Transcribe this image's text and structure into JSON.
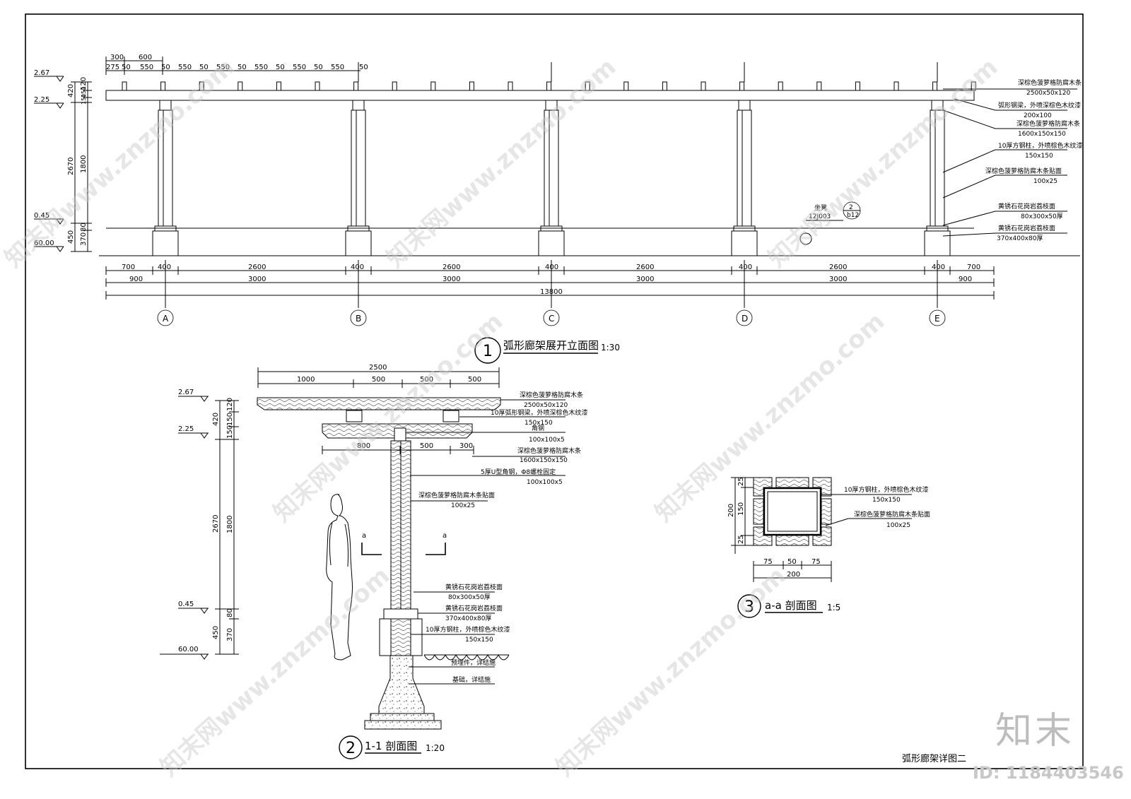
{
  "drawing": {
    "sheet_title": "弧形廊架详图二",
    "id_label": "ID: 1184403546",
    "logo_text": "知末",
    "watermark": "知末网www.znzmo.com"
  },
  "elevation": {
    "number": "1",
    "title": "弧形廊架展开立面图",
    "scale": "1:30",
    "levels": [
      "2.67",
      "2.25",
      "0.45",
      "60.00"
    ],
    "top_dims": [
      "300",
      "600"
    ],
    "rafter_dims": [
      "275",
      "50",
      "550",
      "50",
      "550",
      "50",
      "550",
      "50",
      "550",
      "50",
      "550",
      "50",
      "550",
      "50"
    ],
    "height_dims_outer": [
      "420",
      "2670",
      "450"
    ],
    "height_dims_inner": [
      "120",
      "150",
      "150",
      "1800",
      "80",
      "370"
    ],
    "bottom_dims_row1": [
      "700",
      "400",
      "2600",
      "400",
      "2600",
      "400",
      "2600",
      "400",
      "2600",
      "400",
      "700"
    ],
    "bottom_dims_row2": [
      "900",
      "3000",
      "3000",
      "3000",
      "3000",
      "900"
    ],
    "total": "13800",
    "axes": [
      "A",
      "B",
      "C",
      "D",
      "E"
    ],
    "ref_label": "坐凳",
    "ref_code": "12J003",
    "ref_num": "2",
    "ref_page": "b12",
    "notes": [
      {
        "name": "深棕色菠萝格防腐木条",
        "size": "2500x50x120"
      },
      {
        "name": "弧形钢梁，外喷深棕色木纹漆",
        "size": "200x100"
      },
      {
        "name": "深棕色菠萝格防腐木条",
        "size": "1600x150x150"
      },
      {
        "name": "10厚方钢柱，外喷棕色木纹漆",
        "size": "150x150"
      },
      {
        "name": "深棕色菠萝格防腐木条贴面",
        "size": "100x25"
      },
      {
        "name": "黄锈石花岗岩荔枝面",
        "size": "80x300x50厚"
      },
      {
        "name": "黄锈石花岗岩荔枝面",
        "size": "370x400x80厚"
      }
    ]
  },
  "section11": {
    "number": "2",
    "title": "1-1 剖面图",
    "scale": "1:20",
    "levels": [
      "2.67",
      "2.25",
      "0.45",
      "60.00"
    ],
    "top_dims": [
      "2500",
      "1000",
      "500",
      "500",
      "500"
    ],
    "beam_dims": [
      "800",
      "500",
      "300"
    ],
    "height_outer": [
      "420",
      "2670",
      "450"
    ],
    "height_inner": [
      "120",
      "150",
      "150",
      "1800",
      "80",
      "370"
    ],
    "section_mark": "a",
    "notes": [
      {
        "name": "深棕色菠萝格防腐木条",
        "size": "2500x50x120"
      },
      {
        "name": "10厚弧形钢梁，外喷深棕色木纹漆",
        "size": "150x150"
      },
      {
        "name": "角钢",
        "size": "100x100x5"
      },
      {
        "name": "深棕色菠萝格防腐木条",
        "size": "1600x150x150"
      },
      {
        "name": "5厚U型角钢，Φ8螺栓固定",
        "size": "100x100x5"
      },
      {
        "name": "深棕色菠萝格防腐木条贴面",
        "size": "100x25"
      },
      {
        "name": "黄锈石花岗岩荔枝面",
        "size": "80x300x50厚"
      },
      {
        "name": "黄锈石花岗岩荔枝面",
        "size": "370x400x80厚"
      },
      {
        "name": "10厚方钢柱，外喷棕色木纹漆",
        "size": "150x150"
      },
      {
        "name": "预埋件，详结施",
        "size": ""
      },
      {
        "name": "基础，详结施",
        "size": ""
      }
    ]
  },
  "sectionAA": {
    "number": "3",
    "title": "a-a 剖面图",
    "scale": "1:5",
    "dims_left": [
      "25",
      "150",
      "25",
      "200"
    ],
    "dims_bottom": [
      "75",
      "50",
      "75",
      "200"
    ],
    "notes": [
      {
        "name": "10厚方钢柱，外喷棕色木纹漆",
        "size": "150x150"
      },
      {
        "name": "深棕色菠萝格防腐木条贴面",
        "size": "100x25"
      }
    ]
  }
}
